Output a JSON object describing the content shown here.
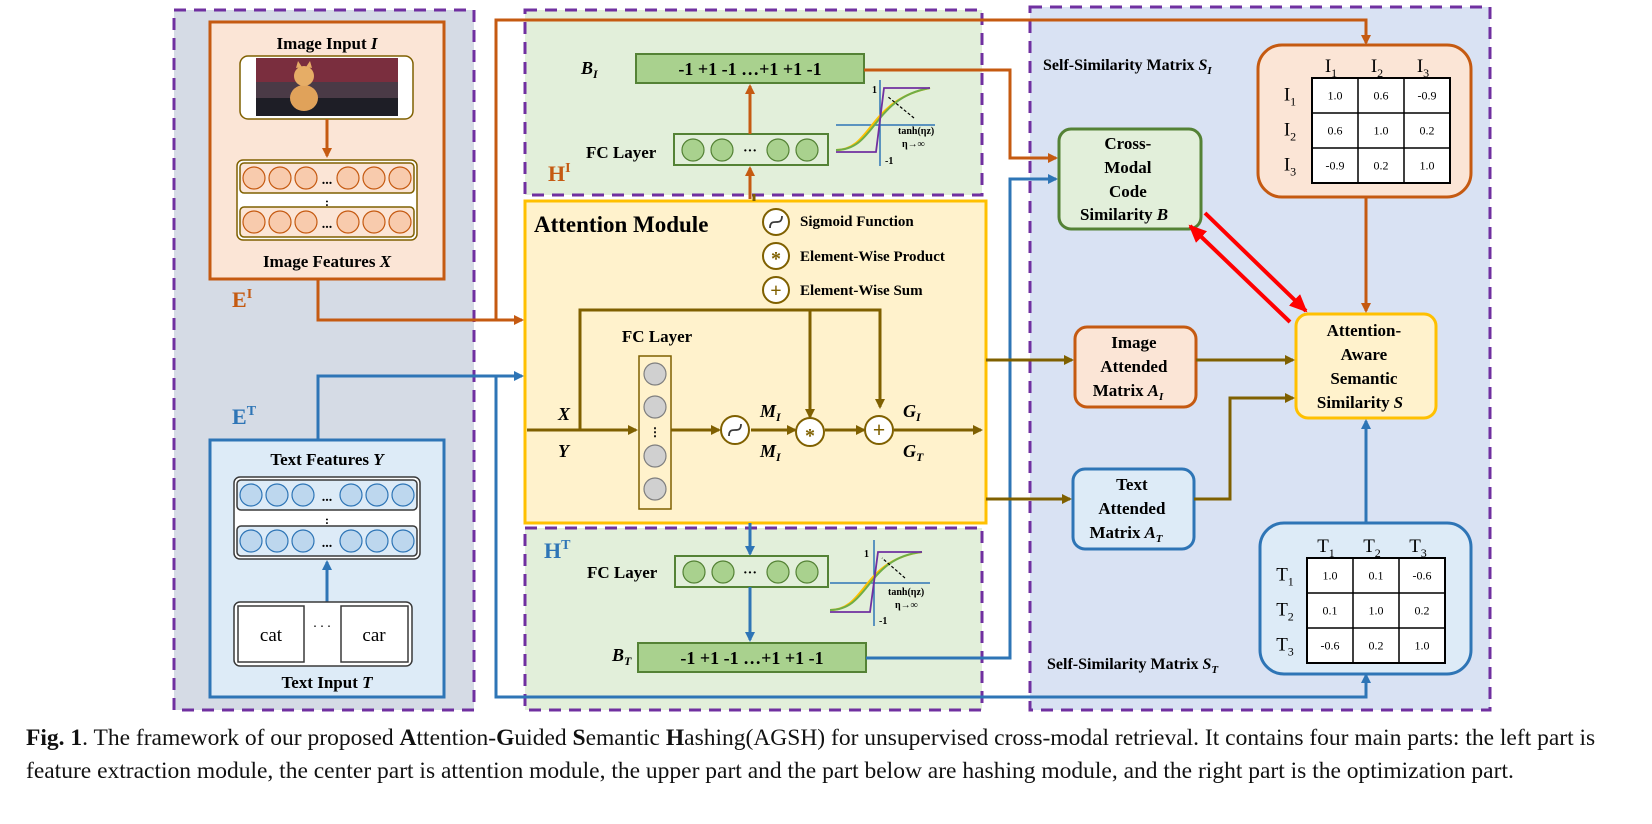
{
  "left": {
    "image_input_label": "Image Input",
    "image_input_var": "I",
    "image_features_label": "Image Features",
    "image_features_var": "X",
    "encoder_image": "E",
    "encoder_image_sup": "I",
    "encoder_text": "E",
    "encoder_text_sup": "T",
    "text_features_label": "Text Features",
    "text_features_var": "Y",
    "text_input_label": "Text Input",
    "text_input_var": "T",
    "word_1": "cat",
    "word_ellipsis": ". . .",
    "word_2": "car",
    "dots": "..."
  },
  "hashing_image": {
    "label": "H",
    "label_sup": "I",
    "code_var": "B",
    "code_sub": "I",
    "code": "-1 +1 -1 …+1 +1 -1",
    "fc_label": "FC Layer",
    "dots": "···",
    "tanh_label": "tanh(ηz)",
    "eta_label": "η→∞",
    "tick_pos": "1",
    "tick_neg": "-1"
  },
  "hashing_text": {
    "label": "H",
    "label_sup": "T",
    "code_var": "B",
    "code_sub": "T",
    "code": "-1 +1 -1 …+1 +1 -1",
    "fc_label": "FC Layer",
    "dots": "···",
    "tanh_label": "tanh(ηz)",
    "eta_label": "η→∞",
    "tick_pos": "1",
    "tick_neg": "-1"
  },
  "attention": {
    "title": "Attention Module",
    "legend_sigmoid": "Sigmoid Function",
    "legend_product": "Element-Wise Product",
    "legend_sum": "Element-Wise Sum",
    "fc_label": "FC Layer",
    "x": "X",
    "y": "Y",
    "m": "M",
    "m_sub": "I",
    "m2": "M",
    "m2_sub": "I",
    "g1": "G",
    "g1_sub": "I",
    "g2": "G",
    "g2_sub": "T",
    "product_symbol": "*",
    "sum_symbol": "+"
  },
  "right": {
    "ss_image_label": "Self-Similarity Matrix",
    "ss_image_var": "S",
    "ss_image_sub": "I",
    "ss_text_label": "Self-Similarity Matrix",
    "ss_text_var": "S",
    "ss_text_sub": "T",
    "cross_modal": [
      "Cross-",
      "Modal",
      "Code",
      "Similarity"
    ],
    "cross_modal_var": "B",
    "image_attended": [
      "Image",
      "Attended",
      "Matrix"
    ],
    "image_attended_var": "A",
    "image_attended_sub": "I",
    "text_attended": [
      "Text",
      "Attended",
      "Matrix"
    ],
    "text_attended_var": "A",
    "text_attended_sub": "T",
    "aware": [
      "Attention-",
      "Aware",
      "Semantic",
      "Similarity"
    ],
    "aware_var": "S",
    "image_matrix": {
      "base": "I",
      "headers": [
        "1",
        "2",
        "3"
      ],
      "rows": [
        [
          "1.0",
          "0.6",
          "-0.9"
        ],
        [
          "0.6",
          "1.0",
          "0.2"
        ],
        [
          "-0.9",
          "0.2",
          "1.0"
        ]
      ]
    },
    "text_matrix": {
      "base": "T",
      "headers": [
        "1",
        "2",
        "3"
      ],
      "rows": [
        [
          "1.0",
          "0.1",
          "-0.6"
        ],
        [
          "0.1",
          "1.0",
          "0.2"
        ],
        [
          "-0.6",
          "0.2",
          "1.0"
        ]
      ]
    }
  },
  "caption": {
    "fig_label": "Fig. 1",
    "p1": ". The framework of our proposed ",
    "a": "A",
    "p2": "ttention-",
    "g": "G",
    "p3": "uided ",
    "s": "S",
    "p4": "emantic ",
    "h": "H",
    "p5": "ashing(AGSH) for unsupervised cross-modal retrieval. It contains four main parts: the left part is feature extraction module, the center part is attention module, the upper part and the part below are hashing module, and the right part is the optimization part."
  },
  "colors": {
    "orange": "#c55a11",
    "blue": "#2e75b6",
    "green_border": "#548235",
    "yellow_border": "#ffc000",
    "olive": "#7f6000",
    "purple_dash": "#7030a0",
    "red": "#ff0000"
  }
}
